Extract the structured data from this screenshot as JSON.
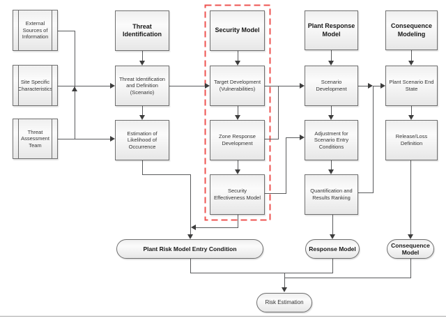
{
  "colors": {
    "box_border": "#6e6e6e",
    "connector_line": "#595a5c",
    "arrowhead": "#3d3d3d",
    "security_highlight_dash": "#ee5350",
    "box_fill_top": "#efefef",
    "box_fill_bottom": "#e7e7e7"
  },
  "nodes": {
    "external_sources": {
      "label": "External\nSources of\nInformation"
    },
    "site_specific": {
      "label": "Site Specific\nCharacteristics"
    },
    "threat_team": {
      "label": "Threat\nAssessment\nTeam"
    },
    "threat_identification_header": {
      "label": "Threat\nIdentification"
    },
    "threat_id_definition": {
      "label": "Threat Identification\nand Definition\n(Scenario)"
    },
    "estimation_likelihood": {
      "label": "Estimation of\nLikelihood of\nOccurrence"
    },
    "security_model_header": {
      "label": "Security Model"
    },
    "target_development": {
      "label": "Target Development\n(Vulnerabilities)"
    },
    "zone_response": {
      "label": "Zone Response\nDevelopment"
    },
    "security_effectiveness": {
      "label": "Security\nEffectiveness Model"
    },
    "plant_response_header": {
      "label": "Plant Response\nModel"
    },
    "scenario_development": {
      "label": "Scenario\nDevelopment"
    },
    "adjustment_entry": {
      "label": "Adjustment for\nScenario Entry\nConditions"
    },
    "quantification": {
      "label": "Quantification and\nResults Ranking"
    },
    "consequence_modeling_header": {
      "label": "Consequence\nModeling"
    },
    "plant_scenario_end": {
      "label": "Plant Scenario End\nState"
    },
    "release_loss": {
      "label": "Release/Loss\nDefinition"
    },
    "plant_risk_entry": {
      "label": "Plant Risk Model Entry Condition"
    },
    "response_model": {
      "label": "Response Model"
    },
    "consequence_model": {
      "label": "Consequence\nModel"
    },
    "risk_estimation": {
      "label": "Risk Estimation"
    }
  }
}
